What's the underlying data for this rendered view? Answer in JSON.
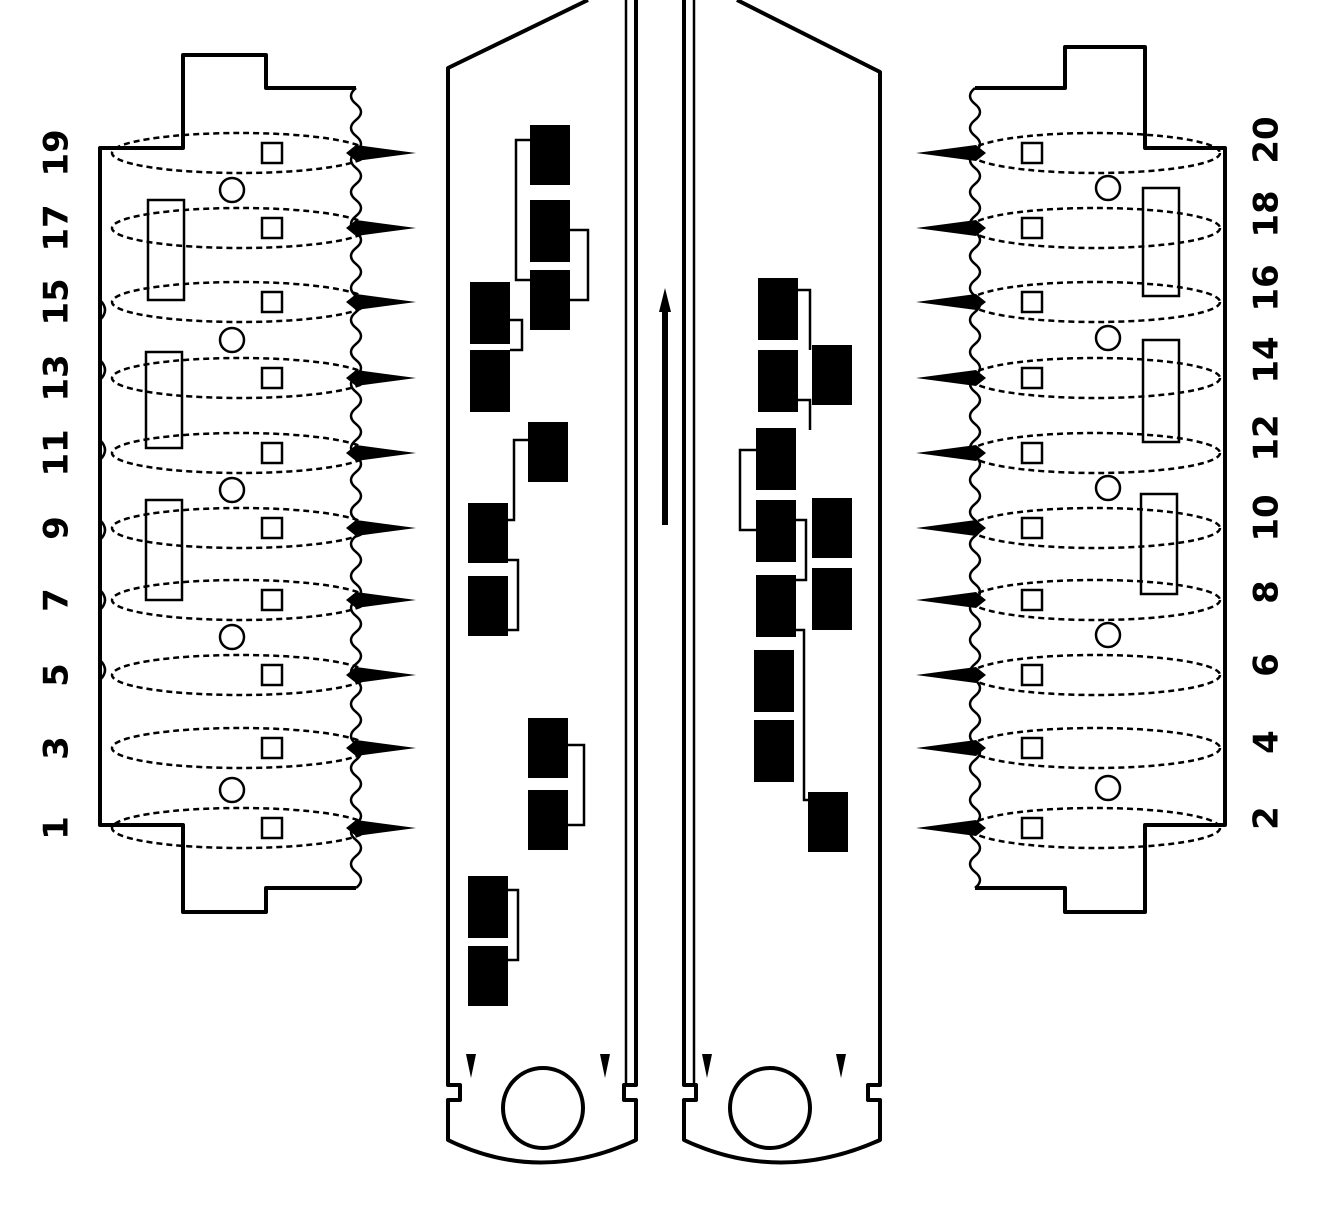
{
  "diagram": {
    "left_connector": {
      "pin_labels": [
        "1",
        "3",
        "5",
        "7",
        "9",
        "11",
        "13",
        "15",
        "17",
        "19"
      ]
    },
    "right_connector": {
      "pin_labels": [
        "2",
        "4",
        "6",
        "8",
        "10",
        "12",
        "14",
        "16",
        "18",
        "20"
      ]
    },
    "insertion_arrow": "arrow-up"
  }
}
